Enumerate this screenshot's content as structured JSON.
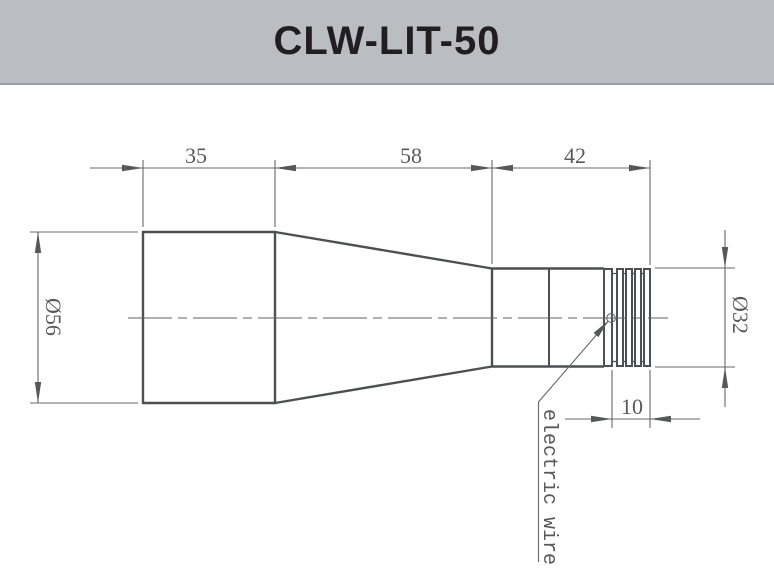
{
  "header": {
    "title": "CLW-LIT-50"
  },
  "drawing": {
    "dimensions": {
      "top_left_length": "35",
      "top_middle_length": "58",
      "top_right_length": "42",
      "left_diameter": "Ø56",
      "right_diameter": "Ø32",
      "thread_length": "10"
    },
    "labels": {
      "leader": "electric wire"
    },
    "colors": {
      "header_background": "#babec2",
      "header_border": "#9aa0a4",
      "title_text": "#221e20",
      "part_outline": "#4d4f54",
      "dimension_lines": "#65676b",
      "dimension_text": "#58595d"
    }
  }
}
